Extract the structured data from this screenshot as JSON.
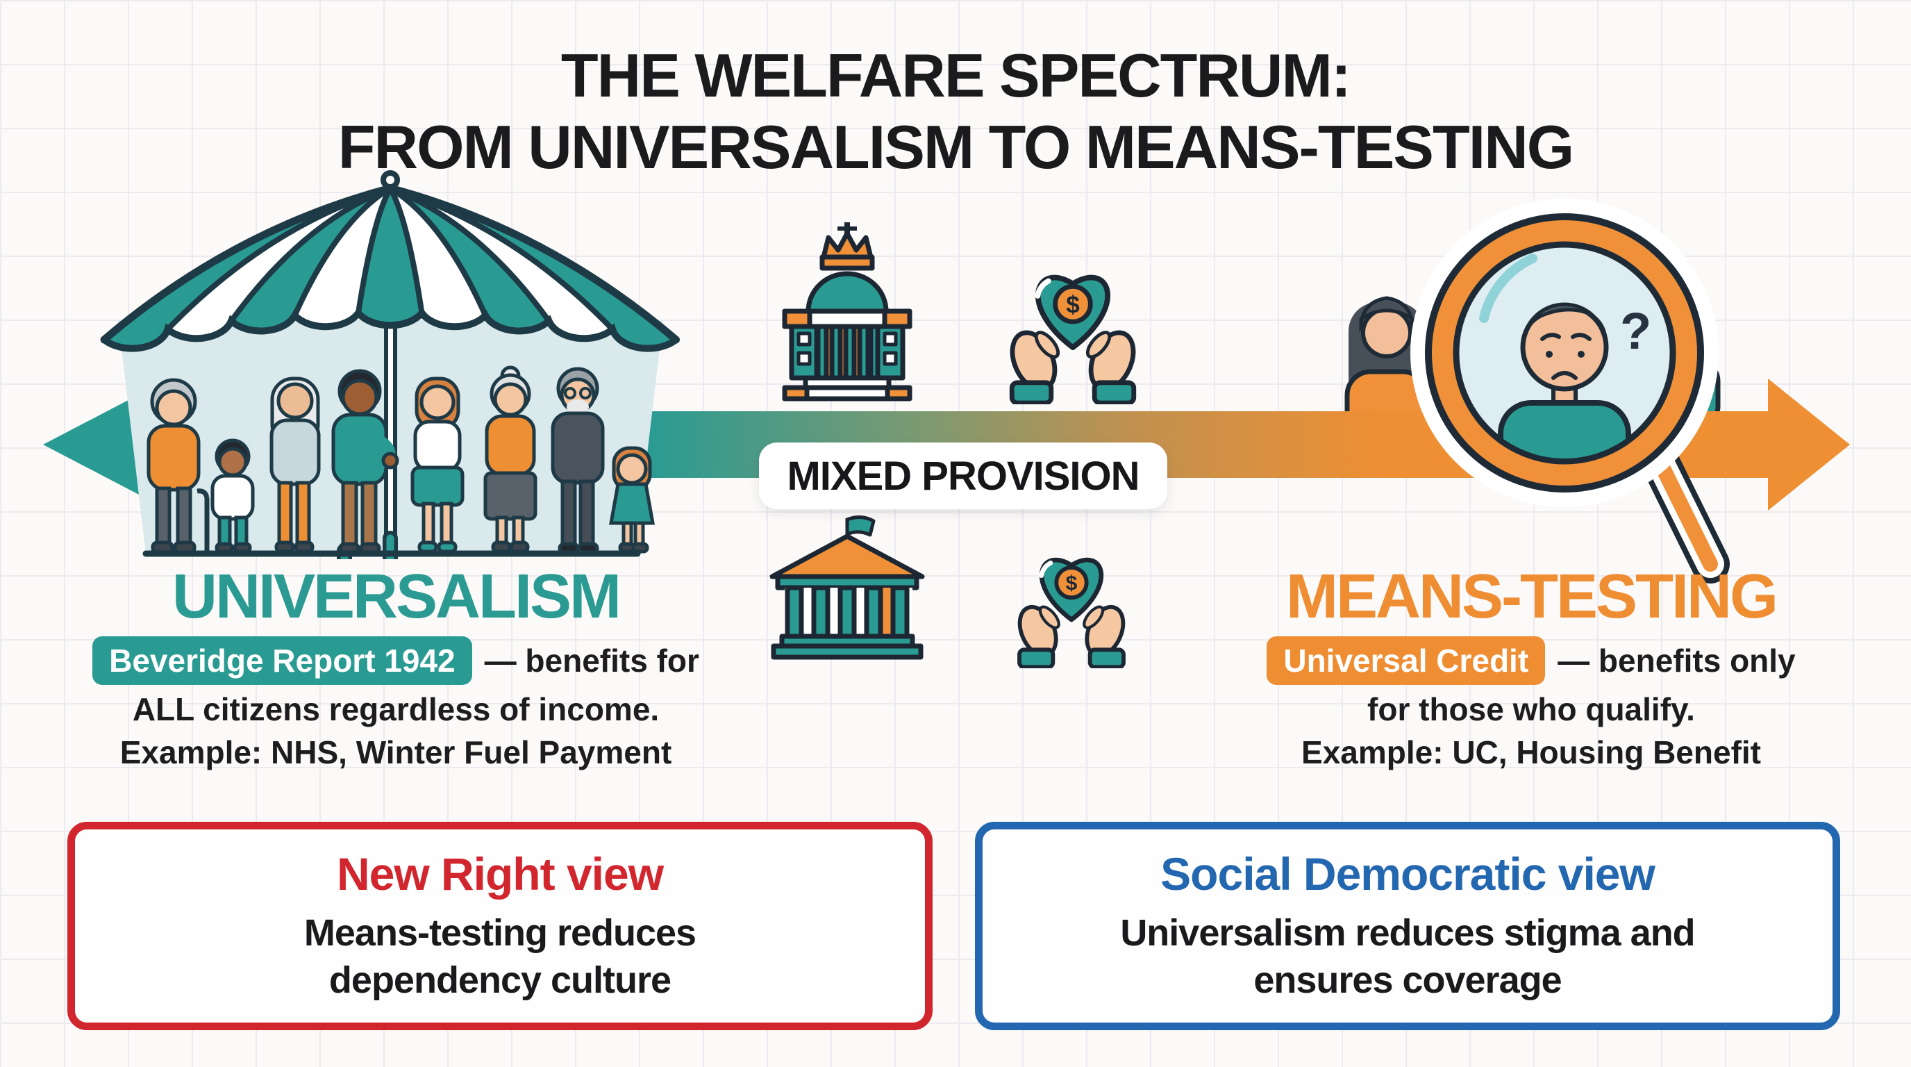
{
  "page": {
    "background": "#fbfaf8",
    "grid_color": "#eceaf0"
  },
  "title": {
    "line1": "THE WELFARE SPECTRUM:",
    "line2": "FROM UNIVERSALISM TO MEANS-TESTING"
  },
  "spectrum": {
    "left_label": "UNIVERSALISM",
    "center_label": "MIXED PROVISION",
    "right_label": "MEANS-TESTING",
    "teal": "#2a9b93",
    "orange": "#ef8f33"
  },
  "universalism": {
    "tag": "Beveridge Report 1942",
    "line1_rest": "— benefits for",
    "line2": "ALL citizens regardless of income.",
    "line3": "Example: NHS, Winter Fuel Payment"
  },
  "means_testing": {
    "tag": "Universal Credit",
    "line1_rest": "— benefits only",
    "line2": "for those who qualify.",
    "line3": "Example: UC, Housing Benefit"
  },
  "views": {
    "new_right": {
      "heading": "New Right view",
      "body_line1": "Means-testing reduces",
      "body_line2": "dependency culture",
      "accent": "#d2262e"
    },
    "social_democratic": {
      "heading": "Social Democratic view",
      "body_line1": "Universalism reduces stigma and",
      "body_line2": "ensures coverage",
      "accent": "#2267b0"
    }
  },
  "glyphs": {
    "dollar": "$",
    "question": "?"
  },
  "icons": [
    "umbrella-protection-icon",
    "crowd-of-citizens-icon",
    "left-arrow-icon",
    "right-arrow-icon",
    "government-building-crown-icon",
    "hands-holding-heart-icon",
    "bank-building-flag-icon",
    "woman-icon",
    "man-icon",
    "magnifying-glass-person-icon"
  ]
}
